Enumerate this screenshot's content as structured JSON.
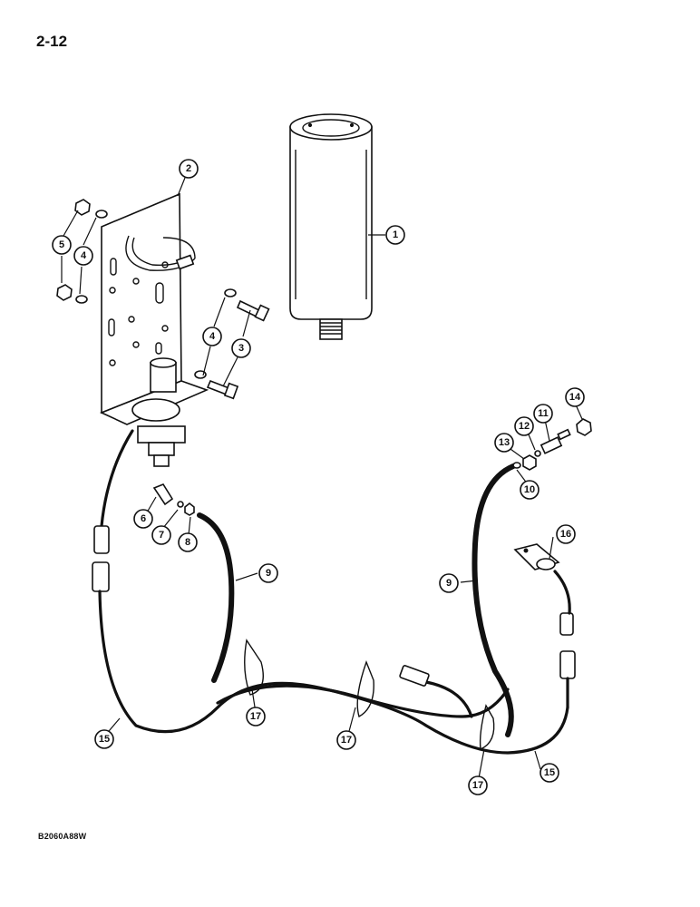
{
  "page": {
    "page_number": "2-12",
    "figure_code": "B2060A88W"
  },
  "callouts": [
    {
      "id": "c1",
      "label": "1"
    },
    {
      "id": "c2",
      "label": "2"
    },
    {
      "id": "c3",
      "label": "3"
    },
    {
      "id": "c4a",
      "label": "4"
    },
    {
      "id": "c4b",
      "label": "4"
    },
    {
      "id": "c5",
      "label": "5"
    },
    {
      "id": "c6",
      "label": "6"
    },
    {
      "id": "c7",
      "label": "7"
    },
    {
      "id": "c8",
      "label": "8"
    },
    {
      "id": "c9a",
      "label": "9"
    },
    {
      "id": "c9b",
      "label": "9"
    },
    {
      "id": "c10",
      "label": "10"
    },
    {
      "id": "c11",
      "label": "11"
    },
    {
      "id": "c12",
      "label": "12"
    },
    {
      "id": "c13",
      "label": "13"
    },
    {
      "id": "c14",
      "label": "14"
    },
    {
      "id": "c15a",
      "label": "15"
    },
    {
      "id": "c15b",
      "label": "15"
    },
    {
      "id": "c16",
      "label": "16"
    },
    {
      "id": "c17a",
      "label": "17"
    },
    {
      "id": "c17b",
      "label": "17"
    },
    {
      "id": "c17c",
      "label": "17"
    }
  ]
}
